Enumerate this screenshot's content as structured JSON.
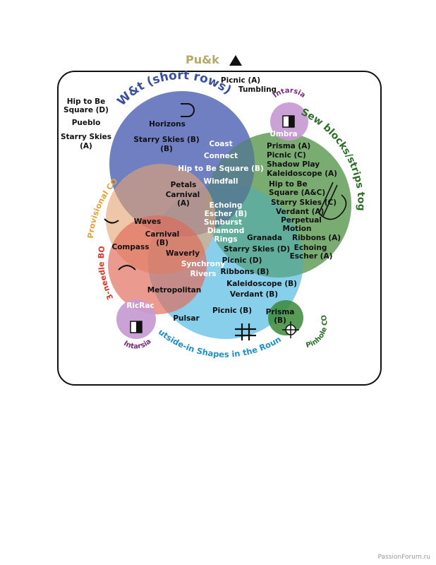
{
  "title": "Pu&k",
  "title_color": "#b5a96a",
  "circles": {
    "wt": {
      "label": "W&t (short rows)",
      "color": "#4f63b5",
      "label_color": "#3b4fa0",
      "items": [
        "Horizons",
        "Starry Skies (B)"
      ]
    },
    "sew": {
      "label": "Sew blocks/strips tog",
      "color": "#6aa35f",
      "label_color": "#2f6e2a",
      "items": [
        "Prisma (A)",
        "Picnic (C)",
        "Shadow Play",
        "Kaleidoscope (A)",
        "Hip to Be",
        "Square (A&C)",
        "Starry Skies (C)",
        "Verdant (A)",
        "Perpetual",
        "Motion",
        "Ribbons (A)",
        "Echoing",
        "Escher (A)"
      ]
    },
    "provisional": {
      "label": "Provisional CO",
      "color": "#e3a574",
      "label_color": "#e3a33a",
      "items": [
        "Petals",
        "Carnival",
        "(A)"
      ]
    },
    "three_needle": {
      "label": "3-needle BO",
      "color": "#e06a5a",
      "label_color": "#d83a2a",
      "items": [
        "Compass",
        "Waves",
        "Carnival",
        "(B)"
      ]
    },
    "outside_in": {
      "label": "Outside-in Shapes in the Round",
      "color": "#4fb8e3",
      "label_color": "#1f8fc6",
      "items": [
        "Picnic (B)",
        "Pulsar"
      ]
    },
    "intarsia_top": {
      "label": "Intarsia",
      "color": "#c79ad1",
      "label_color": "#7a2a7a",
      "items": [
        "Umbra"
      ]
    },
    "intarsia_bottom": {
      "label": "Intarsia",
      "color": "#c79ad1",
      "label_color": "#7a2a7a",
      "items": [
        "RicRac"
      ]
    },
    "pinhole": {
      "label": "Pinhole CO",
      "color": "#3a8a3a",
      "label_color": "#2f6e2a",
      "items": [
        "Prisma",
        "(B)"
      ]
    }
  },
  "overlap_wt_sew": [
    "Coast",
    "Connect",
    "Hip to Be Square (B)",
    "Windfall"
  ],
  "overlap_center": [
    "Echoing",
    "Escher (B)",
    "Sunburst",
    "Diamond",
    "Rings"
  ],
  "overlap_sew_outside": [
    "Granada",
    "Starry Skies (D)",
    "Picnic (D)",
    "Ribbons (B)",
    "Kaleidoscope (B)",
    "Verdant (B)"
  ],
  "overlap_mid": [
    "Waverly",
    "Synchrony",
    "Rivers"
  ],
  "overlap_bottom": [
    "Metropolitan"
  ],
  "outside_left": [
    "Hip to Be",
    "Square (D)",
    "Pueblo",
    "Starry Skies",
    "(A)"
  ],
  "outside_top": [
    "Picnic (A)",
    "Tumbling"
  ],
  "watermark": "PassionForum.ru"
}
